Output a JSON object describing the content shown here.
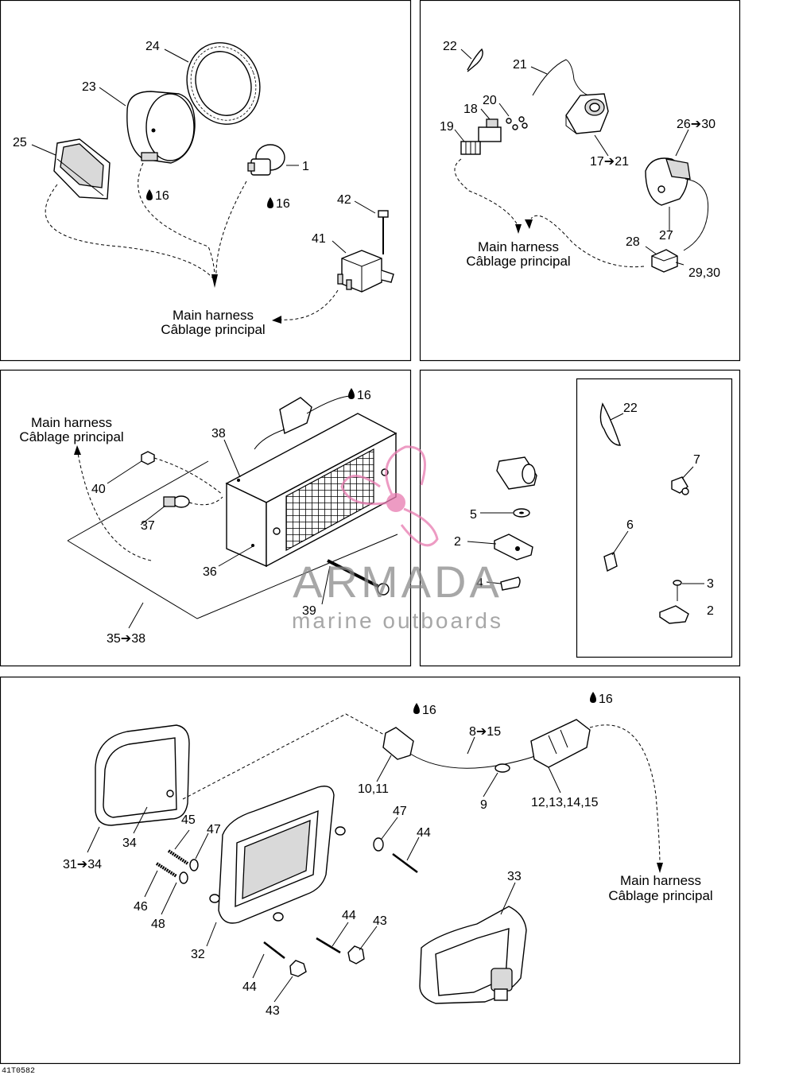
{
  "main_harness": {
    "en": "Main harness",
    "fr": "Câblage principal"
  },
  "callouts": {
    "p1": [
      "24",
      "23",
      "25",
      "1",
      "16",
      "16",
      "42",
      "41"
    ],
    "p2": [
      "22",
      "21",
      "18",
      "20",
      "19",
      "17➔21",
      "26➔30",
      "27",
      "28",
      "29,30"
    ],
    "p3": [
      "16",
      "38",
      "40",
      "37",
      "36",
      "39",
      "35➔38"
    ],
    "p4": [
      "5",
      "2",
      "4",
      "22",
      "7",
      "6",
      "3",
      "2"
    ],
    "p5": [
      "16",
      "16",
      "8➔15",
      "10,11",
      "9",
      "12,13,14,15",
      "31➔34",
      "34",
      "45",
      "47",
      "47",
      "44",
      "46",
      "48",
      "32",
      "44",
      "43",
      "44",
      "43",
      "33"
    ]
  },
  "watermark": {
    "brand": "ARMADA",
    "tagline": "marine outboards",
    "color": "#e87ab0"
  },
  "diagram_code": "41T0582"
}
